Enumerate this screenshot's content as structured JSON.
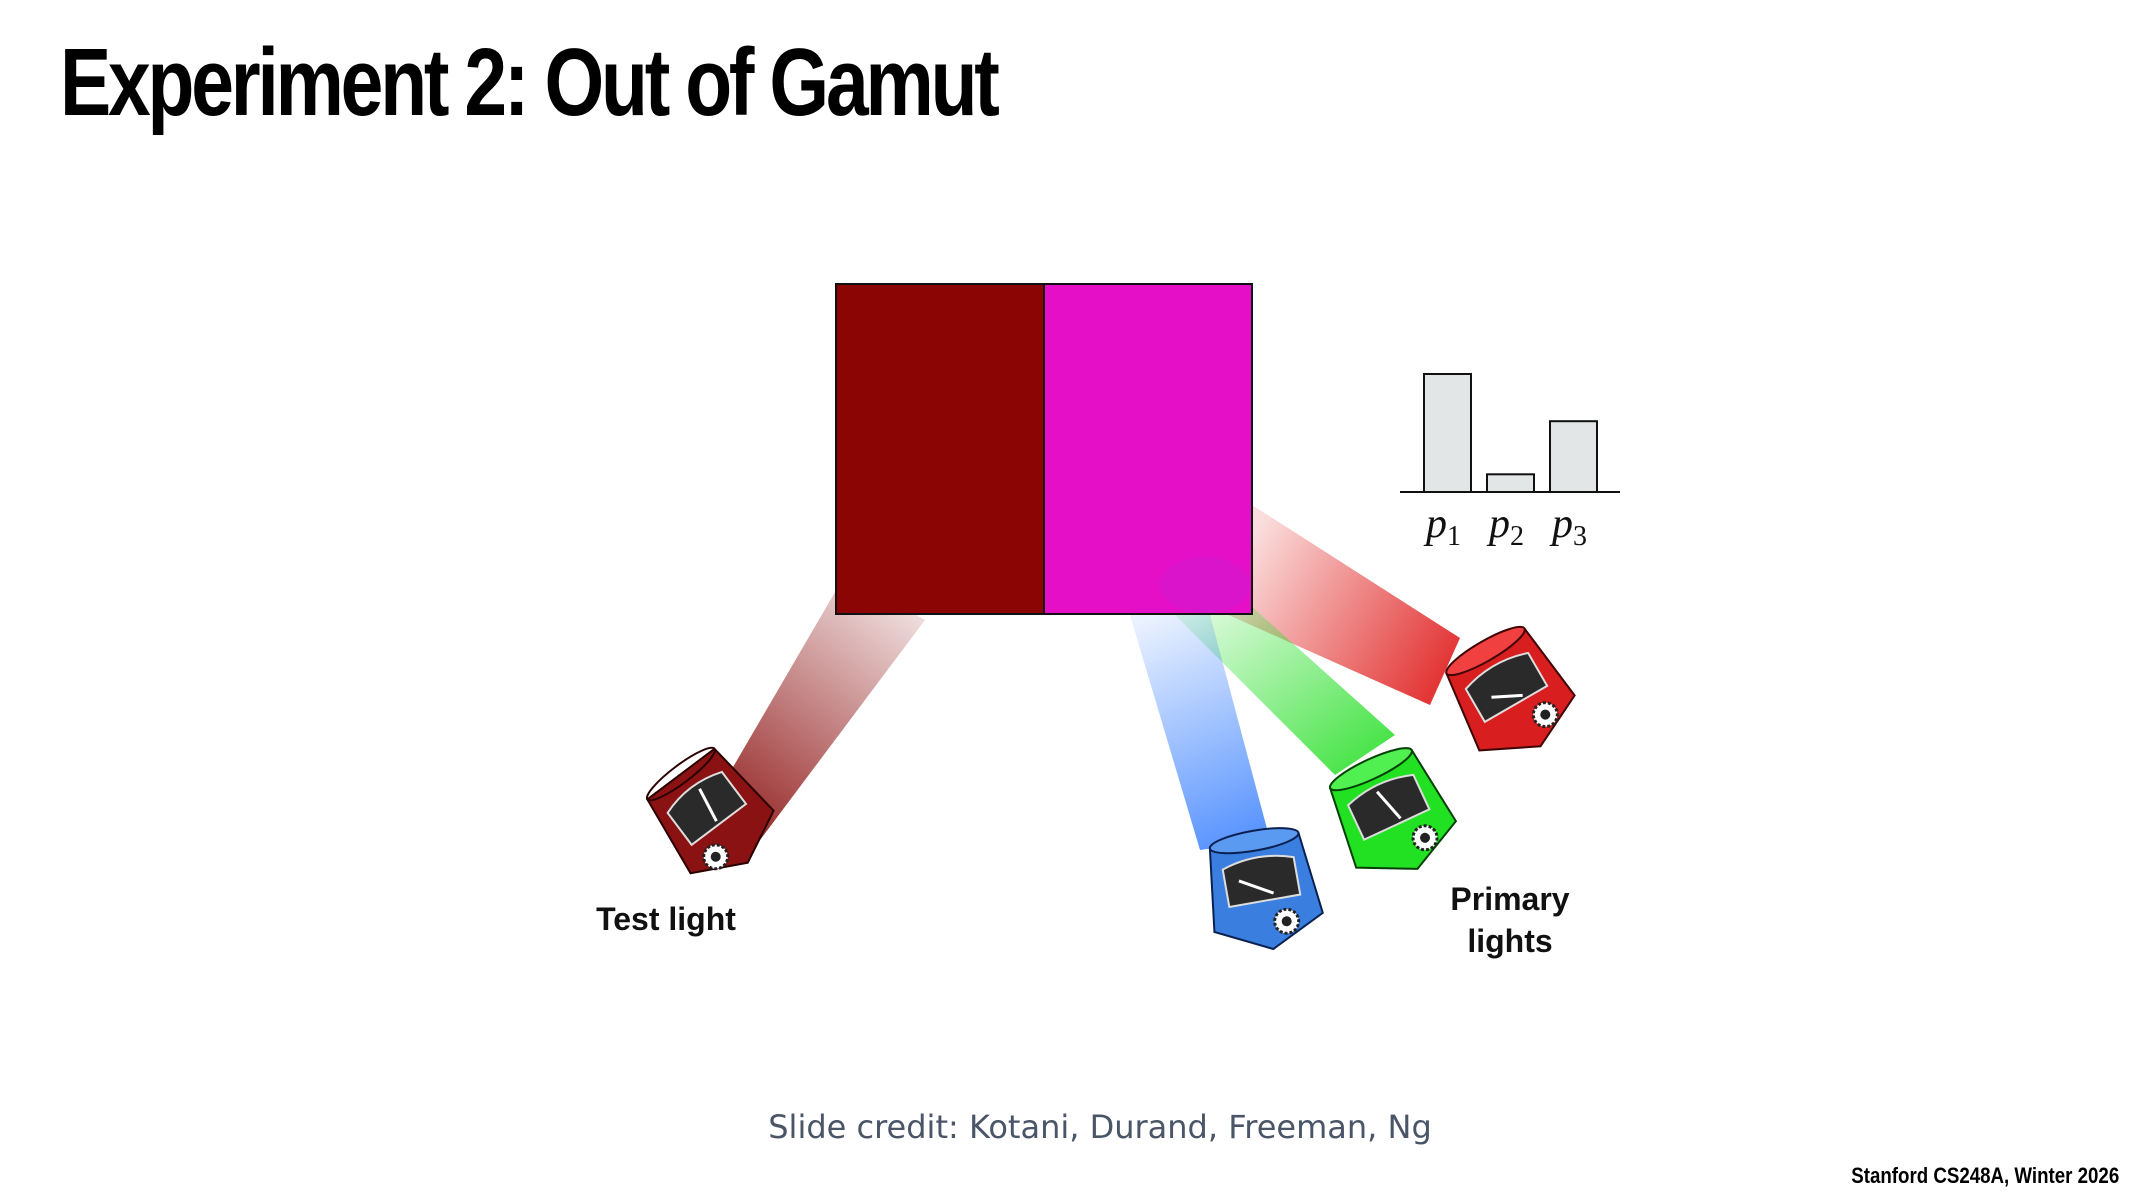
{
  "slide": {
    "title": "Experiment 2: Out of Gamut",
    "credit": "Slide credit: Kotani, Durand, Freeman, Ng",
    "course": "Stanford CS248A, Winter 2026"
  },
  "diagram": {
    "labels": {
      "test_light": "Test light",
      "primary_lights_line1": "Primary",
      "primary_lights_line2": "lights"
    },
    "colors": {
      "test_patch": "#8b0505",
      "match_patch": "#e60fc8",
      "lamp_test": "#8b1212",
      "lamp_red": "#d81e1e",
      "lamp_green": "#22e022",
      "lamp_blue": "#3a7fe0",
      "bars": "#e3e6e6"
    }
  },
  "chart_data": {
    "type": "bar",
    "categories": [
      "p1",
      "p2",
      "p3"
    ],
    "values": [
      1.0,
      0.15,
      0.6
    ],
    "title": "",
    "xlabel": "",
    "ylabel": ""
  }
}
